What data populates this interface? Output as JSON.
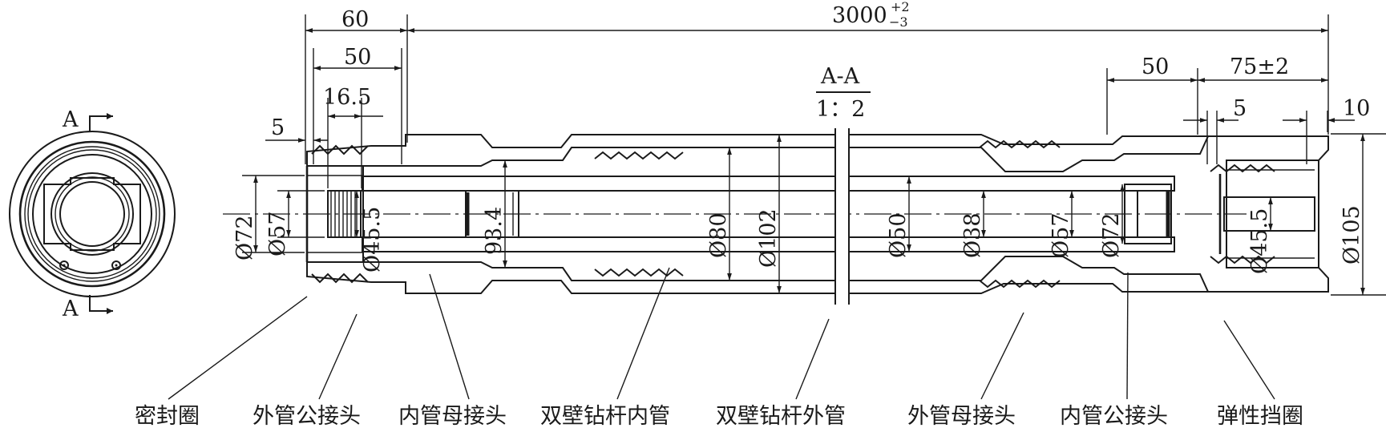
{
  "dimensions": {
    "d_60": "60",
    "d_50_left": "50",
    "d_16_5": "16.5",
    "d_5_left": "5",
    "d_3000": "3000",
    "d_3000_upper_tol": "+2",
    "d_3000_lower_tol": "−3",
    "d_50_right": "50",
    "d_75": "75±2",
    "d_5_right": "5",
    "d_10": "10",
    "dia_72_left": "Ø72",
    "dia_57_left": "Ø57",
    "dia_45_5_left": "Ø45.5",
    "d_93_4": "93.4",
    "dia_80": "Ø80",
    "dia_102": "Ø102",
    "dia_50": "Ø50",
    "dia_38": "Ø38",
    "dia_57_right": "Ø57",
    "dia_72_right": "Ø72",
    "dia_45_5_right": "Ø45.5",
    "dia_105": "Ø105"
  },
  "section": {
    "title": "A-A",
    "scale": "1：2",
    "mark_top": "A",
    "mark_bottom": "A"
  },
  "parts": [
    "密封圈",
    "外管公接头",
    "内管母接头",
    "双壁钻杆内管",
    "双壁钻杆外管",
    "外管母接头",
    "内管公接头",
    "弹性挡圈"
  ],
  "colors": {
    "line": "#1a1a1a",
    "background": "#ffffff"
  }
}
